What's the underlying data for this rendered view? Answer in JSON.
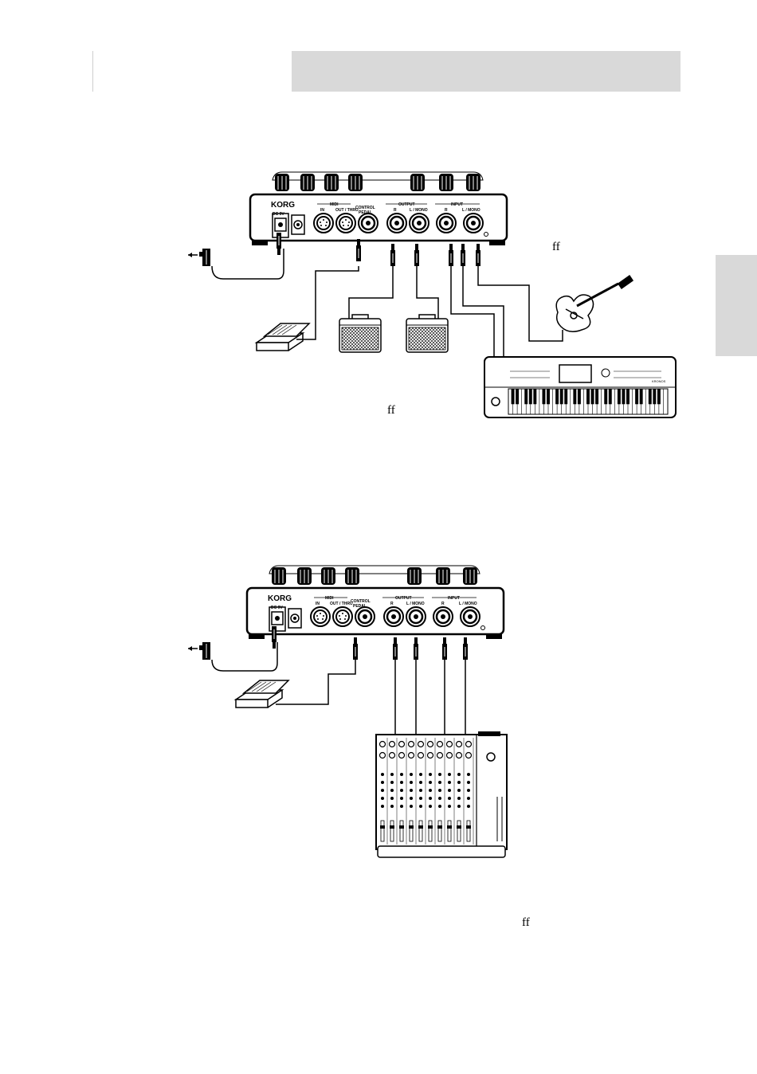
{
  "page": {
    "note_glyphs": [
      "ff",
      "ff",
      "ff"
    ]
  },
  "device": {
    "brand": "KORG",
    "labels": {
      "dc": "DC 9V",
      "midi": "MIDI",
      "midi_in": "IN",
      "midi_out": "OUT / THRU",
      "control": "CONTROL",
      "pedal": "PEDAL",
      "output": "OUTPUT",
      "input": "INPUT",
      "r": "R",
      "l_mono": "L / MONO"
    }
  },
  "keyboard": {
    "model": "KRONOS"
  },
  "colors": {
    "header_gray": "#d9d9d9",
    "line": "#000000"
  }
}
